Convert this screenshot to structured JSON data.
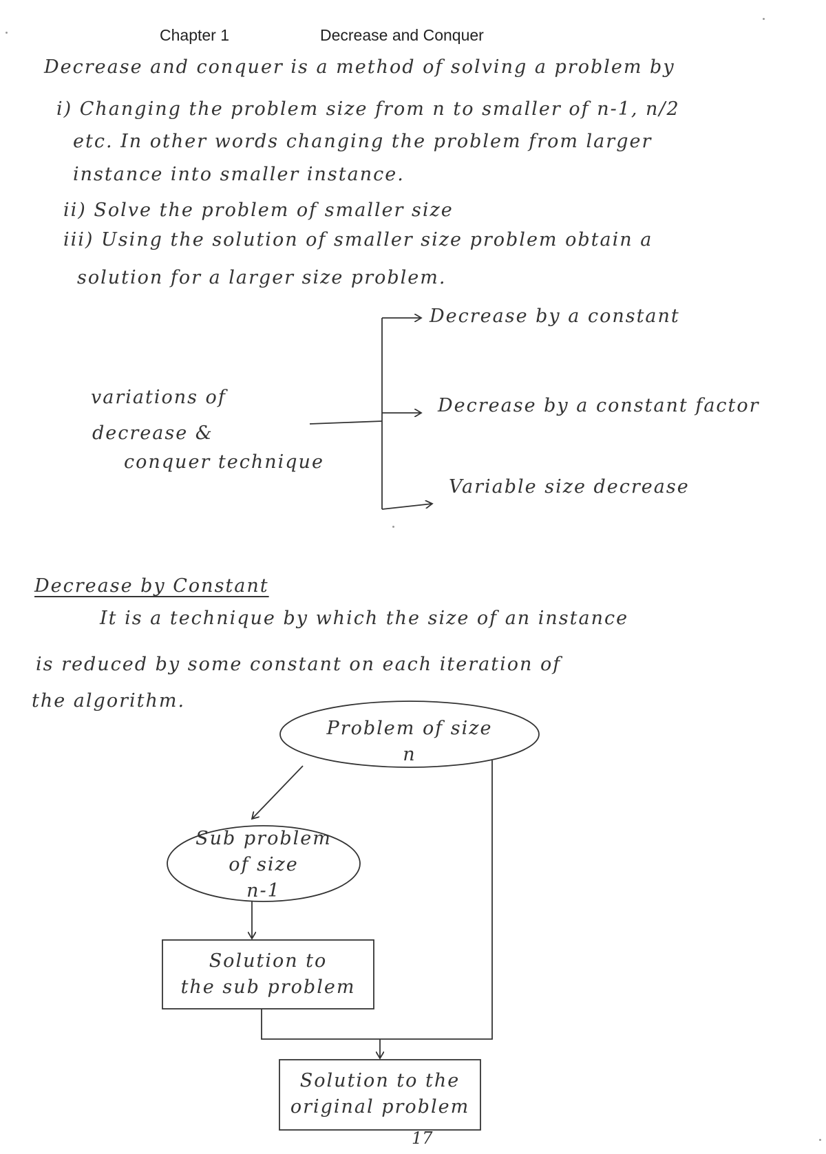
{
  "header": {
    "chapter": "Chapter 1",
    "title": "Decrease and Conquer"
  },
  "intro": {
    "lines": [
      "Decrease and conquer is a method of solving a problem by",
      "i) Changing the problem size from n to smaller of n-1, n/2",
      "etc. In other words changing the problem from larger",
      "instance into smaller instance.",
      "ii) Solve the problem of smaller size",
      "iii) Using the solution of smaller size problem obtain a",
      "solution for a larger size problem."
    ]
  },
  "variations": {
    "label_lines": [
      "variations of",
      "decrease &",
      "conquer technique"
    ],
    "branches": [
      "Decrease by a constant",
      "Decrease by a constant factor",
      "Variable size decrease"
    ]
  },
  "section": {
    "heading": "Decrease by Constant",
    "lines": [
      "It is a technique by which the size of an instance",
      "is reduced by some constant on each iteration of",
      "the algorithm."
    ]
  },
  "flowchart": {
    "problem": [
      "Problem of size",
      "n"
    ],
    "subproblem": [
      "Sub problem",
      "of size",
      "n-1"
    ],
    "sub_solution": [
      "Solution to",
      "the sub problem"
    ],
    "final_solution": [
      "Solution to the",
      "original problem"
    ]
  },
  "page_number": "17"
}
